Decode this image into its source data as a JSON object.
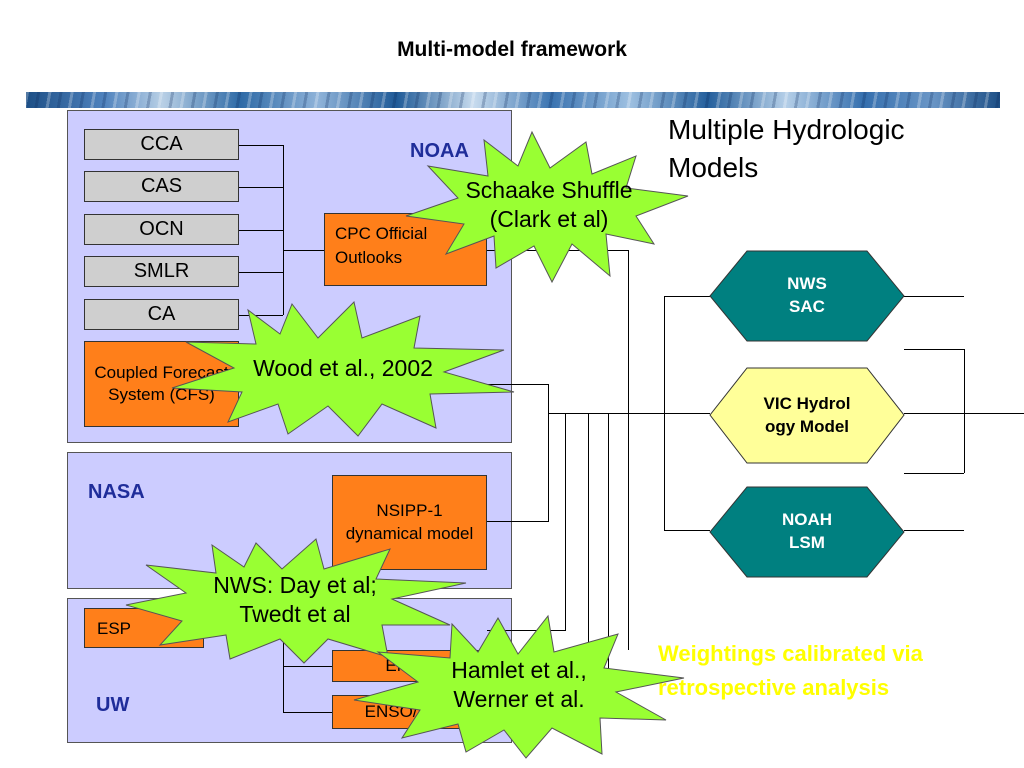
{
  "slide": {
    "title": "Multi-model framework",
    "heading_line1": "Multiple Hydrologic",
    "heading_line2": "Models",
    "weightings_line1": "Weightings calibrated via",
    "weightings_line2": "retrospective analysis"
  },
  "noaa": {
    "label": "NOAA",
    "methods": [
      "CCA",
      "CAS",
      "OCN",
      "SMLR",
      "CA"
    ],
    "cfs_label": "Coupled Forecast System (CFS)",
    "cpc_label": "CPC Official Outlooks"
  },
  "nasa": {
    "label": "NASA",
    "nsipp_label": "NSIPP-1 dynamical model"
  },
  "uw": {
    "label": "UW",
    "esp_label": "ESP",
    "enso_label": "ENSO",
    "enso_pdo_label": "ENSO/PDO"
  },
  "models": {
    "nws_sac": "NWS SAC",
    "vic": "VIC Hydrology Model",
    "noah": "NOAH LSM"
  },
  "callouts": {
    "schaake": "Schaake Shuffle (Clark et al)",
    "wood": "Wood et al., 2002",
    "nws_day": "NWS: Day et al; Twedt et al",
    "hamlet": "Hamlet et al., Werner et al."
  },
  "colors": {
    "panel": "#ccccff",
    "panel_label": "#1f2d9a",
    "method_box": "#cfcfcf",
    "forecast_box": "#ff7f1a",
    "model_teal": "#008080",
    "model_vic": "#ffff99",
    "callout": "#99ff33",
    "weightings_text": "#ffff00"
  }
}
